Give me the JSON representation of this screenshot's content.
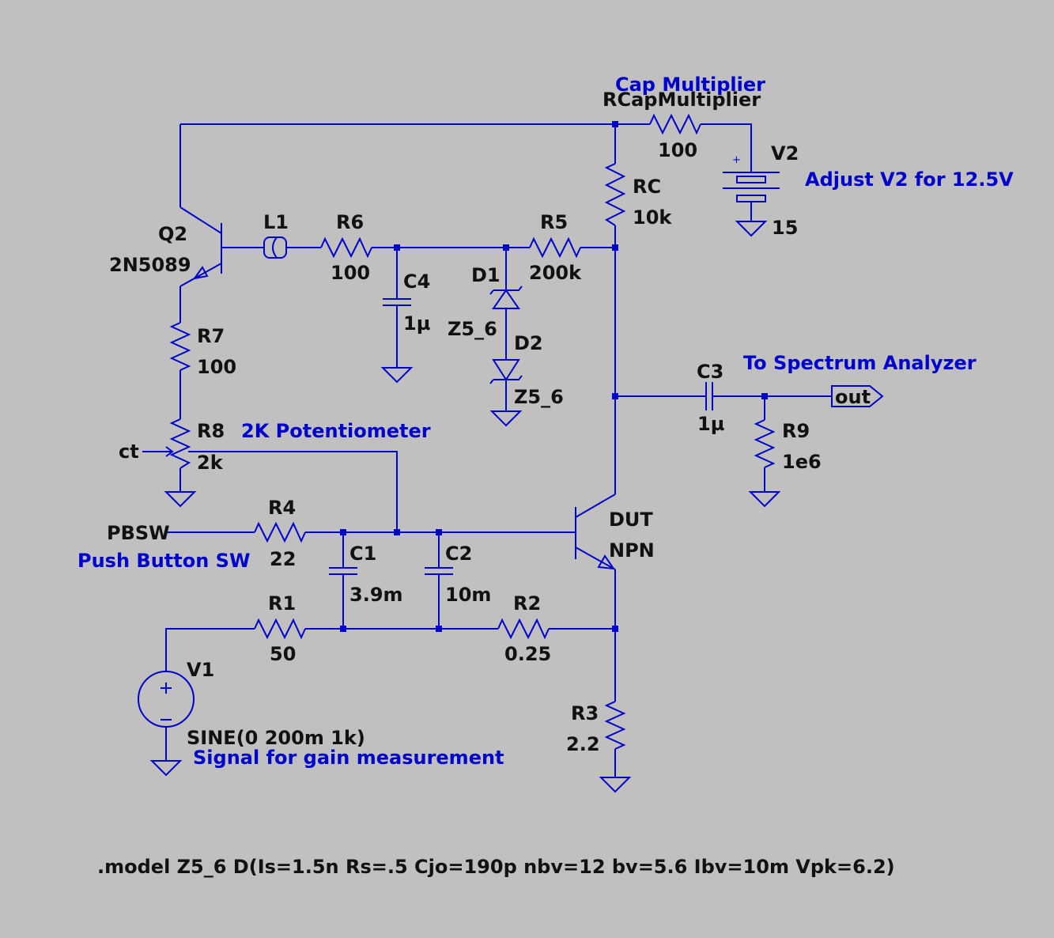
{
  "colors": {
    "background": "#c0c0c0",
    "wire": "#0000cc",
    "text": "#111111",
    "comment": "#0000cc"
  },
  "components": {
    "q2": {
      "ref": "Q2",
      "value": "2N5089"
    },
    "l1": {
      "ref": "L1"
    },
    "r6": {
      "ref": "R6",
      "value": "100"
    },
    "r5": {
      "ref": "R5",
      "value": "200k"
    },
    "c4": {
      "ref": "C4",
      "value": "1µ"
    },
    "d1": {
      "ref": "D1",
      "value": "Z5_6"
    },
    "d2": {
      "ref": "D2",
      "value": "Z5_6"
    },
    "rc": {
      "ref": "RC",
      "value": "10k"
    },
    "rcap": {
      "ref": "RCapMultiplier",
      "value": "100"
    },
    "v2": {
      "ref": "V2",
      "value": "15"
    },
    "r7": {
      "ref": "R7",
      "value": "100"
    },
    "r8": {
      "ref": "R8",
      "value": "2k"
    },
    "r4": {
      "ref": "R4",
      "value": "22"
    },
    "c1": {
      "ref": "C1",
      "value": "3.9m"
    },
    "c2": {
      "ref": "C2",
      "value": "10m"
    },
    "dut": {
      "ref": "DUT",
      "value": "NPN"
    },
    "c3": {
      "ref": "C3",
      "value": "1µ"
    },
    "r9": {
      "ref": "R9",
      "value": "1e6"
    },
    "r1": {
      "ref": "R1",
      "value": "50"
    },
    "r2": {
      "ref": "R2",
      "value": "0.25"
    },
    "r3": {
      "ref": "R3",
      "value": "2.2"
    },
    "v1": {
      "ref": "V1",
      "value": "SINE(0 200m 1k)"
    }
  },
  "net_labels": {
    "ct": "ct",
    "pbsw": "PBSW",
    "out": "out"
  },
  "comments": {
    "cap_multiplier": "Cap Multiplier",
    "adjust_v2": "Adjust V2 for 12.5V",
    "potentiometer": "2K Potentiometer",
    "spectrum": "To Spectrum Analyzer",
    "push_button": "Push Button SW",
    "signal": "Signal for gain measurement"
  },
  "polarity": {
    "plus": "+"
  },
  "model_directive": ".model Z5_6 D(Is=1.5n Rs=.5 Cjo=190p nbv=12 bv=5.6 Ibv=10m Vpk=6.2)"
}
